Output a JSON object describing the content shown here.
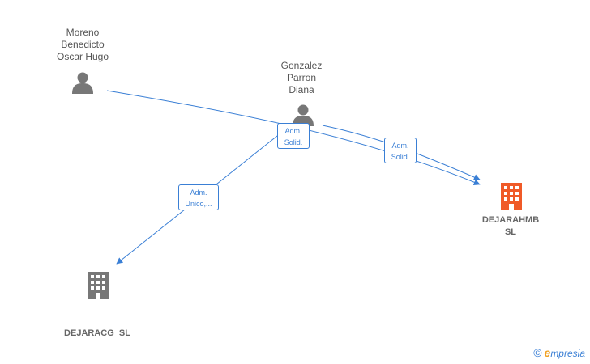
{
  "persons": [
    {
      "id": "p1",
      "name_lines": [
        "Moreno",
        "Benedicto",
        "Oscar Hugo"
      ]
    },
    {
      "id": "p2",
      "name_lines": [
        "Gonzalez",
        "Parron",
        "Diana"
      ]
    }
  ],
  "companies": [
    {
      "id": "c1",
      "name_lines": [
        "DEJARAHMB",
        "SL"
      ],
      "color": "#f05a28"
    },
    {
      "id": "c2",
      "name_lines": [
        "DEJARACG  SL"
      ],
      "color": "#777777"
    }
  ],
  "edges": [
    {
      "from": "p1",
      "to": "c1",
      "label_lines": [
        "Adm.",
        "Solid."
      ]
    },
    {
      "from": "p2",
      "to": "c1",
      "label_lines": [
        "Adm.",
        "Solid."
      ]
    },
    {
      "from": "p2",
      "to": "c2",
      "label_lines": [
        "Adm.",
        "Unico,..."
      ]
    }
  ],
  "footer": {
    "copyright": "©",
    "brand_initial": "e",
    "brand_rest": "mpresia"
  },
  "colors": {
    "edge": "#3a7fd5",
    "person_icon": "#777777"
  }
}
